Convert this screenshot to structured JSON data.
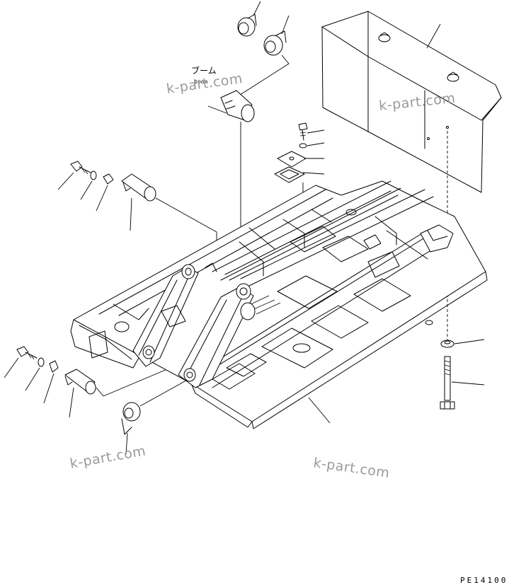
{
  "labels": {
    "boom_jp": "ブーム",
    "boom_en": "boom",
    "drawing_code": "PE14100"
  },
  "watermarks": [
    "k-part.com",
    "k-part.com",
    "k-part.com",
    "k-part.com"
  ],
  "colors": {
    "ink": "#000000",
    "watermark": "#9a9a9a",
    "paper": "#ffffff"
  }
}
